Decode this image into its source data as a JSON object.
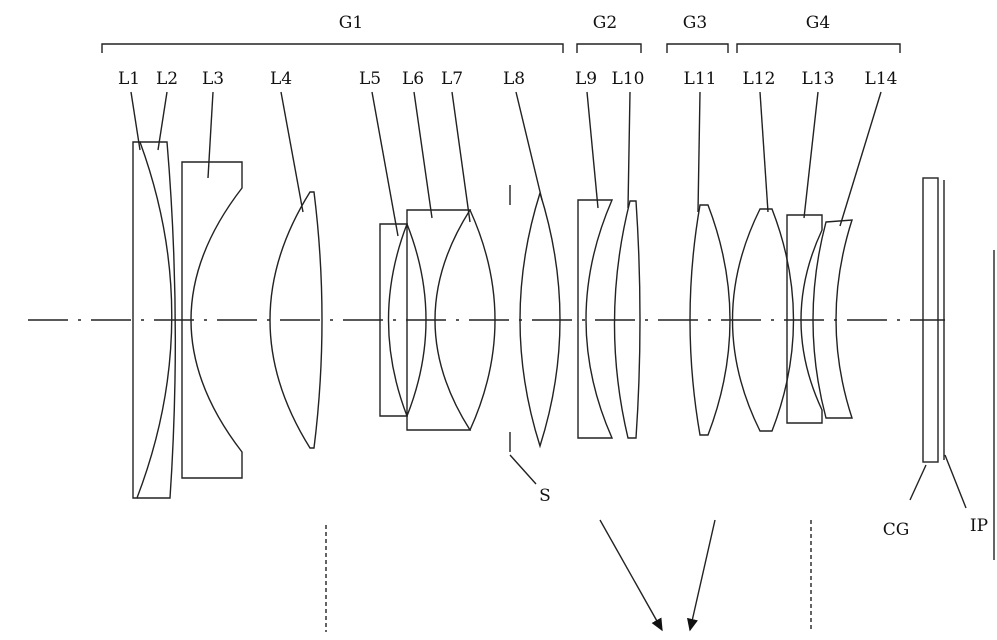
{
  "groups": {
    "g1": "G1",
    "g2": "G2",
    "g3": "G3",
    "g4": "G4"
  },
  "lenses": {
    "l1": "L1",
    "l2": "L2",
    "l3": "L3",
    "l4": "L4",
    "l5": "L5",
    "l6": "L6",
    "l7": "L7",
    "l8": "L8",
    "l9": "L9",
    "l10": "L10",
    "l11": "L11",
    "l12": "L12",
    "l13": "L13",
    "l14": "L14"
  },
  "stop": "S",
  "cover_glass": "CG",
  "image_plane": "IP"
}
